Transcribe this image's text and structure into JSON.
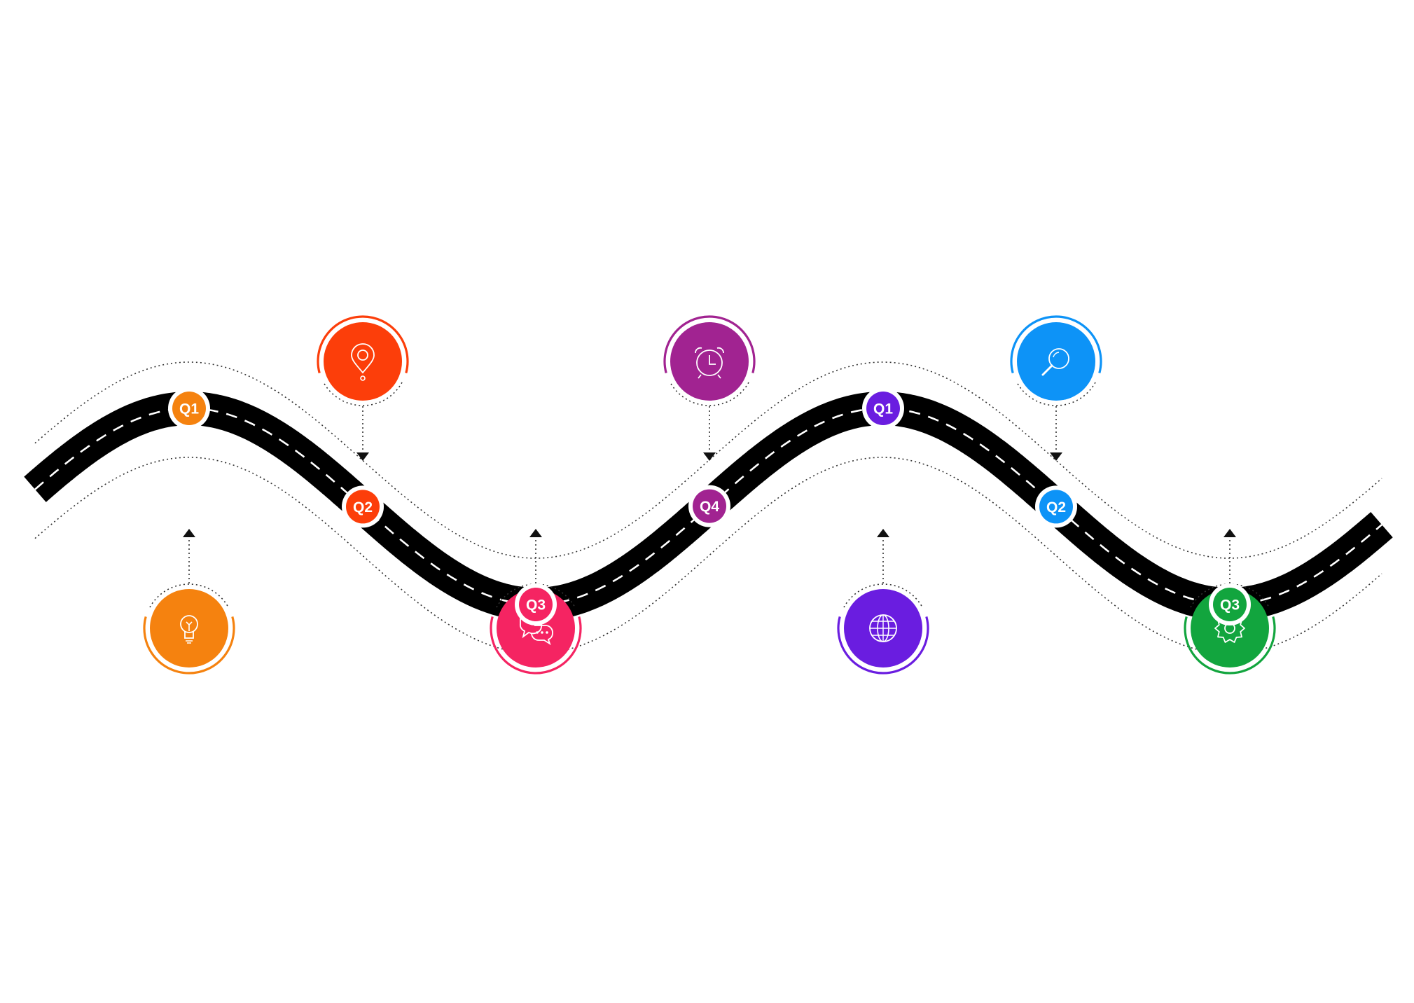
{
  "milestones": [
    {
      "label": "Q1",
      "color": "#F5820F",
      "icon": "lightbulb-icon",
      "callout": "below"
    },
    {
      "label": "Q2",
      "color": "#FC3E0A",
      "icon": "location-pin-icon",
      "callout": "above"
    },
    {
      "label": "Q3",
      "color": "#F52462",
      "icon": "chat-bubbles-icon",
      "callout": "below"
    },
    {
      "label": "Q4",
      "color": "#A12391",
      "icon": "alarm-clock-icon",
      "callout": "above"
    },
    {
      "label": "Q1",
      "color": "#6A1DE0",
      "icon": "globe-icon",
      "callout": "below"
    },
    {
      "label": "Q2",
      "color": "#0D93F7",
      "icon": "search-icon",
      "callout": "above"
    },
    {
      "label": "Q3",
      "color": "#12A53E",
      "icon": "gear-icon",
      "callout": "below"
    }
  ],
  "road": {
    "color": "#000000",
    "lane_marking_color": "#ffffff",
    "guide_line_color": "#333333"
  }
}
